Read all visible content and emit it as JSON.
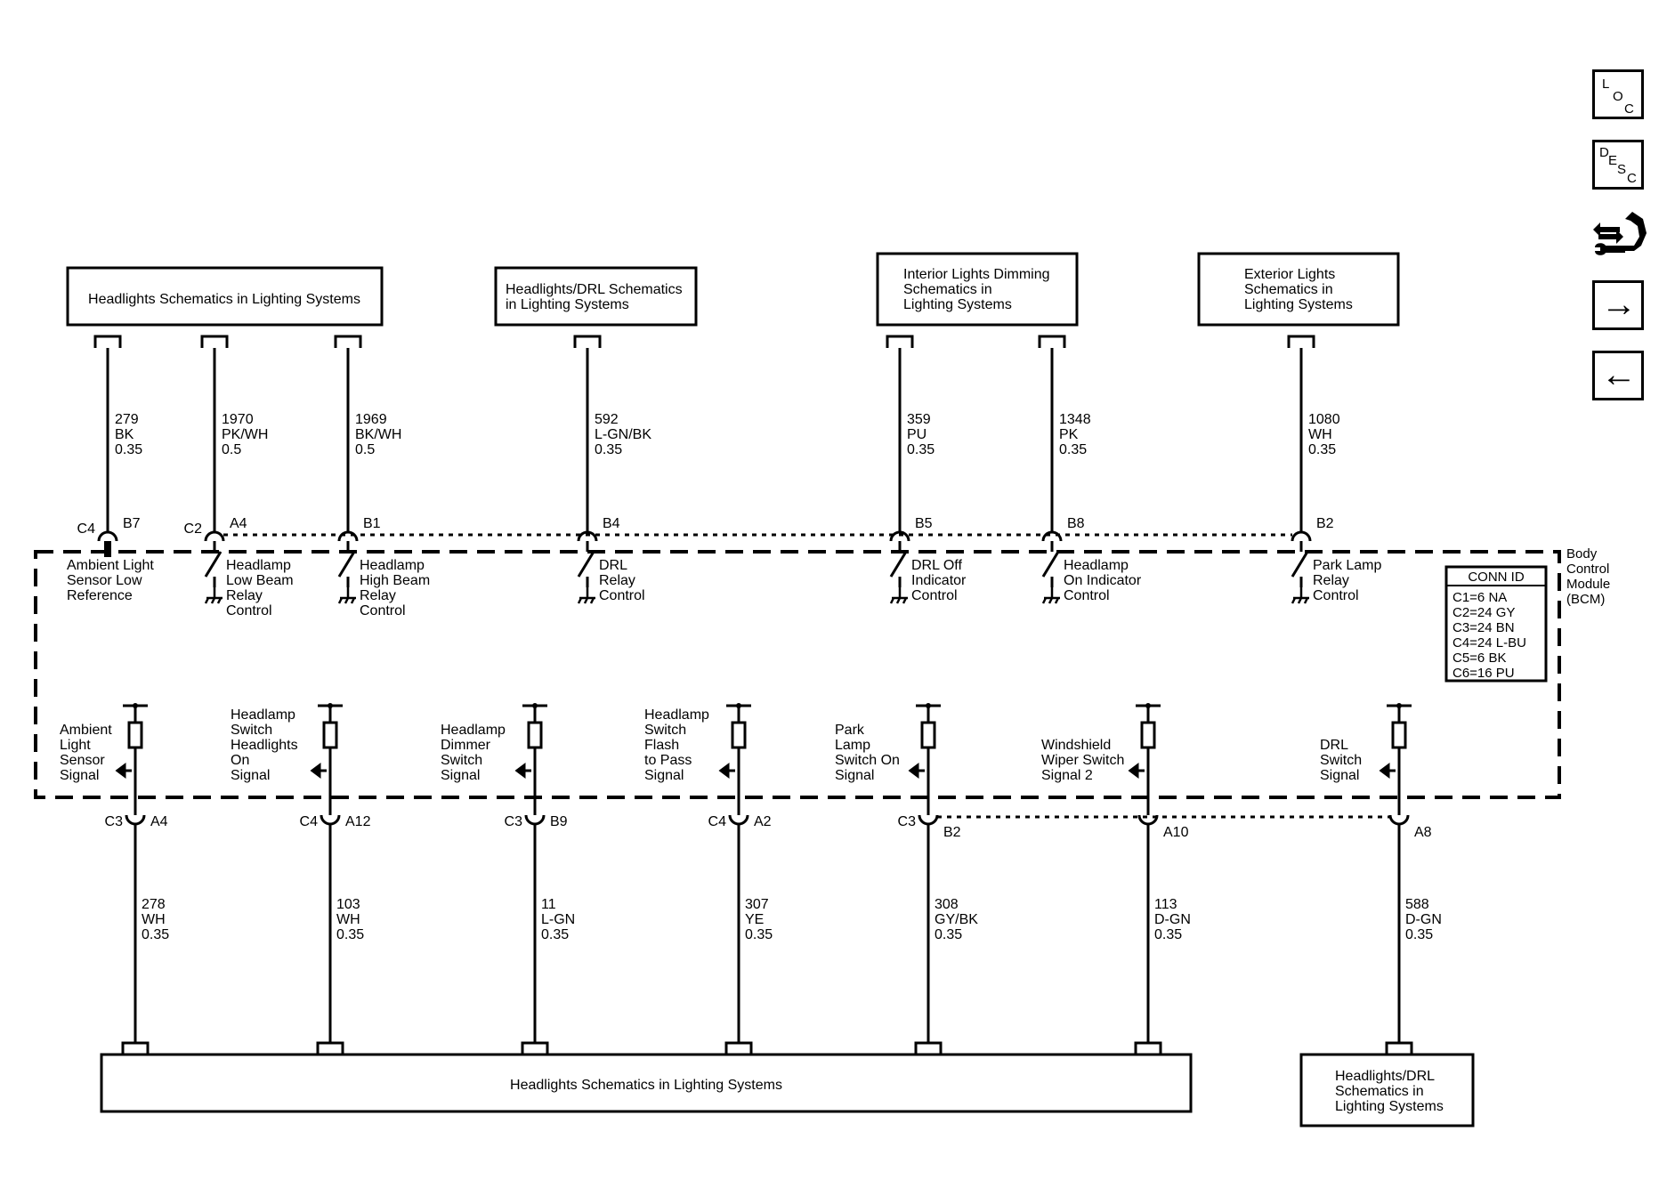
{
  "top_boxes": [
    {
      "id": "tb1",
      "lines": [
        "Headlights Schematics in Lighting Systems"
      ]
    },
    {
      "id": "tb2",
      "lines": [
        "Headlights/DRL Schematics",
        "in Lighting Systems"
      ]
    },
    {
      "id": "tb3",
      "lines": [
        "Interior Lights Dimming",
        "Schematics in",
        "Lighting Systems"
      ]
    },
    {
      "id": "tb4",
      "lines": [
        "Exterior Lights",
        "Schematics in",
        "Lighting Systems"
      ]
    }
  ],
  "bottom_boxes": [
    {
      "id": "bb1",
      "lines": [
        "Headlights Schematics in Lighting Systems"
      ]
    },
    {
      "id": "bb2",
      "lines": [
        "Headlights/DRL",
        "Schematics in",
        "Lighting Systems"
      ]
    }
  ],
  "module": {
    "lines": [
      "Body",
      "Control",
      "Module",
      "(BCM)"
    ]
  },
  "conn_id": {
    "title": "CONN ID",
    "rows": [
      "C1=6 NA",
      "C2=24 GY",
      "C3=24 BN",
      "C4=24 L-BU",
      "C5=6 BK",
      "C6=16 PU"
    ]
  },
  "top_circuits": [
    {
      "circuit": "279",
      "color": "BK",
      "gauge": "0.35",
      "connector": "C4",
      "pin": "B7",
      "label": [
        "Ambient Light",
        "Sensor Low",
        "Reference"
      ]
    },
    {
      "circuit": "1970",
      "color": "PK/WH",
      "gauge": "0.5",
      "connector": "C2",
      "pin": "A4",
      "label": [
        "Headlamp",
        "Low Beam",
        "Relay",
        "Control"
      ]
    },
    {
      "circuit": "1969",
      "color": "BK/WH",
      "gauge": "0.5",
      "connector": "",
      "pin": "B1",
      "label": [
        "Headlamp",
        "High Beam",
        "Relay",
        "Control"
      ]
    },
    {
      "circuit": "592",
      "color": "L-GN/BK",
      "gauge": "0.35",
      "connector": "",
      "pin": "B4",
      "label": [
        "DRL",
        "Relay",
        "Control"
      ]
    },
    {
      "circuit": "359",
      "color": "PU",
      "gauge": "0.35",
      "connector": "",
      "pin": "B5",
      "label": [
        "DRL Off",
        "Indicator",
        "Control"
      ]
    },
    {
      "circuit": "1348",
      "color": "PK",
      "gauge": "0.35",
      "connector": "",
      "pin": "B8",
      "label": [
        "Headlamp",
        "On Indicator",
        "Control"
      ]
    },
    {
      "circuit": "1080",
      "color": "WH",
      "gauge": "0.35",
      "connector": "",
      "pin": "B2",
      "label": [
        "Park Lamp",
        "Relay",
        "Control"
      ]
    }
  ],
  "bottom_circuits": [
    {
      "circuit": "278",
      "color": "WH",
      "gauge": "0.35",
      "connector": "C3",
      "pin": "A4",
      "label": [
        "Ambient",
        "Light",
        "Sensor",
        "Signal"
      ]
    },
    {
      "circuit": "103",
      "color": "WH",
      "gauge": "0.35",
      "connector": "C4",
      "pin": "A12",
      "label": [
        "Headlamp",
        "Switch",
        "Headlights",
        "On",
        "Signal"
      ]
    },
    {
      "circuit": "11",
      "color": "L-GN",
      "gauge": "0.35",
      "connector": "C3",
      "pin": "B9",
      "label": [
        "Headlamp",
        "Dimmer",
        "Switch",
        "Signal"
      ]
    },
    {
      "circuit": "307",
      "color": "YE",
      "gauge": "0.35",
      "connector": "C4",
      "pin": "A2",
      "label": [
        "Headlamp",
        "Switch",
        "Flash",
        "to Pass",
        "Signal"
      ]
    },
    {
      "circuit": "308",
      "color": "GY/BK",
      "gauge": "0.35",
      "connector": "C3",
      "pin": "B2",
      "label": [
        "Park",
        "Lamp",
        "Switch On",
        "Signal"
      ]
    },
    {
      "circuit": "113",
      "color": "D-GN",
      "gauge": "0.35",
      "connector": "",
      "pin": "A10",
      "label": [
        "Windshield",
        "Wiper Switch",
        "Signal 2"
      ]
    },
    {
      "circuit": "588",
      "color": "D-GN",
      "gauge": "0.35",
      "connector": "",
      "pin": "A8",
      "label": [
        "DRL",
        "Switch",
        "Signal"
      ]
    }
  ],
  "nav": {
    "loc": [
      "L",
      "O",
      "C"
    ],
    "desc": [
      "D",
      "E",
      "S",
      "C"
    ],
    "forward_arrow": "→",
    "back_arrow": "←"
  }
}
